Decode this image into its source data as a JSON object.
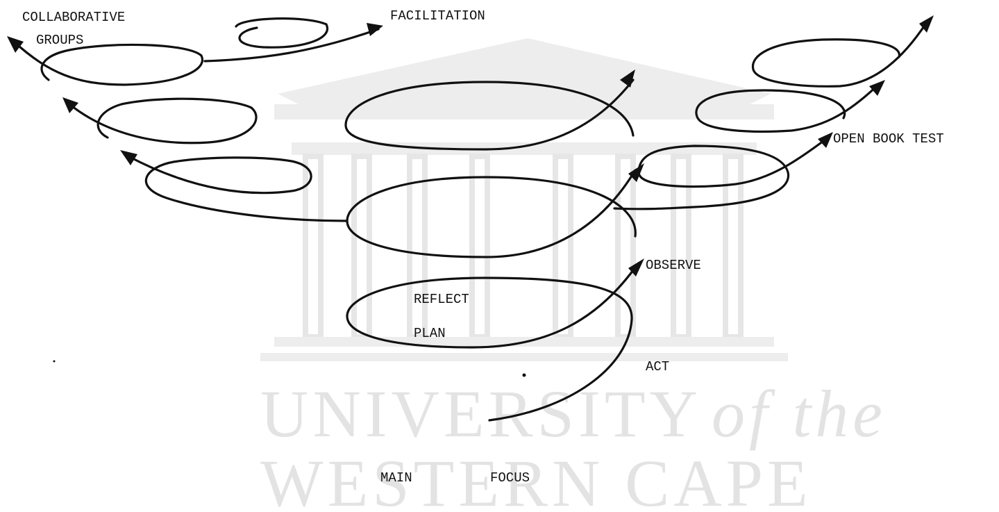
{
  "labels": {
    "collaborative_line1": "COLLABORATIVE",
    "collaborative_line2": "GROUPS",
    "facilitation": "FACILITATION",
    "open_book_test": "OPEN BOOK TEST",
    "observe": "OBSERVE",
    "reflect": "REFLECT",
    "plan": "PLAN",
    "act": "ACT",
    "main": "MAIN",
    "focus": "FOCUS"
  },
  "watermark": {
    "line1_main": "UNIVERSITY",
    "line1_italic": "of the",
    "line2": "WESTERN CAPE"
  },
  "colors": {
    "ink": "#111111",
    "watermark": "#e3e3e3"
  }
}
